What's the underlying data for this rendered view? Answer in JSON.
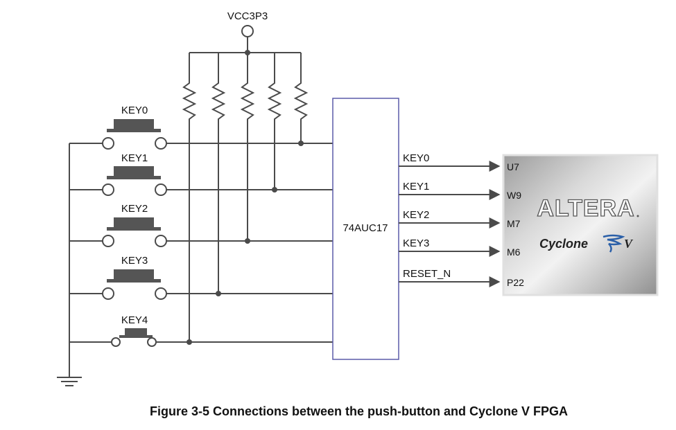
{
  "power_label": "VCC3P3",
  "buttons": [
    "KEY0",
    "KEY1",
    "KEY2",
    "KEY3",
    "KEY4"
  ],
  "buffer_label": "74AUC17",
  "signals": [
    "KEY0",
    "KEY1",
    "KEY2",
    "KEY3",
    "RESET_N"
  ],
  "fpga_pins": [
    "U7",
    "W9",
    "M7",
    "M6",
    "P22"
  ],
  "fpga_logo": "ALTERA",
  "fpga_family": "Cyclone",
  "fpga_family_suffix": "V",
  "caption": "Figure 3-5 Connections between the push-button and Cyclone V FPGA",
  "colors": {
    "wire": "#4a4a4a",
    "buffer_border": "#5a5aa8",
    "fpga_fill": "#c8c8c8",
    "logo_blue": "#2a5fa8"
  }
}
